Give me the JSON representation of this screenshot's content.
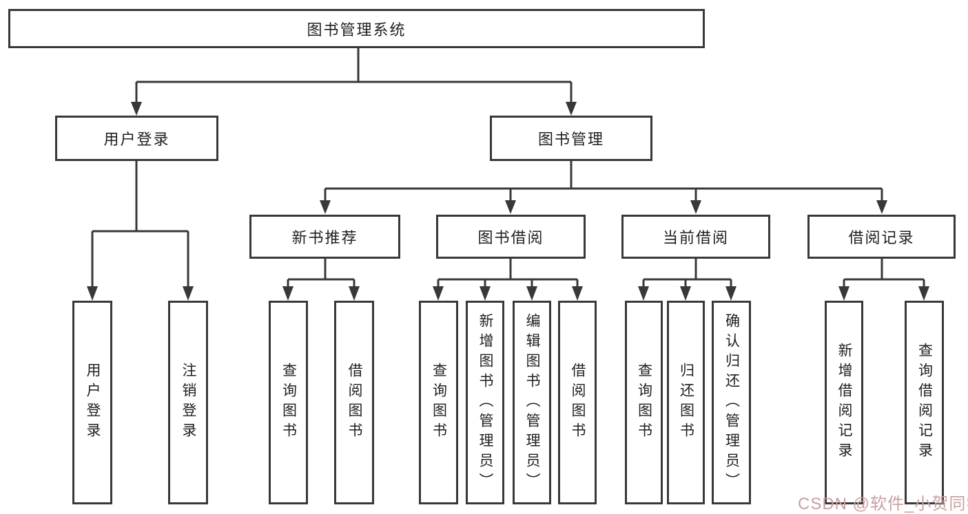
{
  "diagram": {
    "type": "hierarchy-tree",
    "line_color": "#383838",
    "box_border_color": "#383838",
    "text_color": "#1f1f1f",
    "background_color": "#ffffff",
    "tree": {
      "root": {
        "label": "图书管理系统",
        "children": [
          {
            "label": "用户登录",
            "children": [
              {
                "label": "用户登录"
              },
              {
                "label": "注销登录"
              }
            ]
          },
          {
            "label": "图书管理",
            "children": [
              {
                "label": "新书推荐",
                "children": [
                  {
                    "label": "查询图书"
                  },
                  {
                    "label": "借阅图书"
                  }
                ]
              },
              {
                "label": "图书借阅",
                "children": [
                  {
                    "label": "查询图书"
                  },
                  {
                    "label": "新增图书（管理员）"
                  },
                  {
                    "label": "编辑图书（管理员）"
                  },
                  {
                    "label": "借阅图书"
                  }
                ]
              },
              {
                "label": "当前借阅",
                "children": [
                  {
                    "label": "查询图书"
                  },
                  {
                    "label": "归还图书"
                  },
                  {
                    "label": "确认归还（管理员）"
                  }
                ]
              },
              {
                "label": "借阅记录",
                "children": [
                  {
                    "label": "新增借阅记录"
                  },
                  {
                    "label": "查询借阅记录"
                  }
                ]
              }
            ]
          }
        ]
      }
    }
  },
  "watermark": {
    "text": "CSDN @软件_小贺同学",
    "color": "#c9a0a0"
  }
}
